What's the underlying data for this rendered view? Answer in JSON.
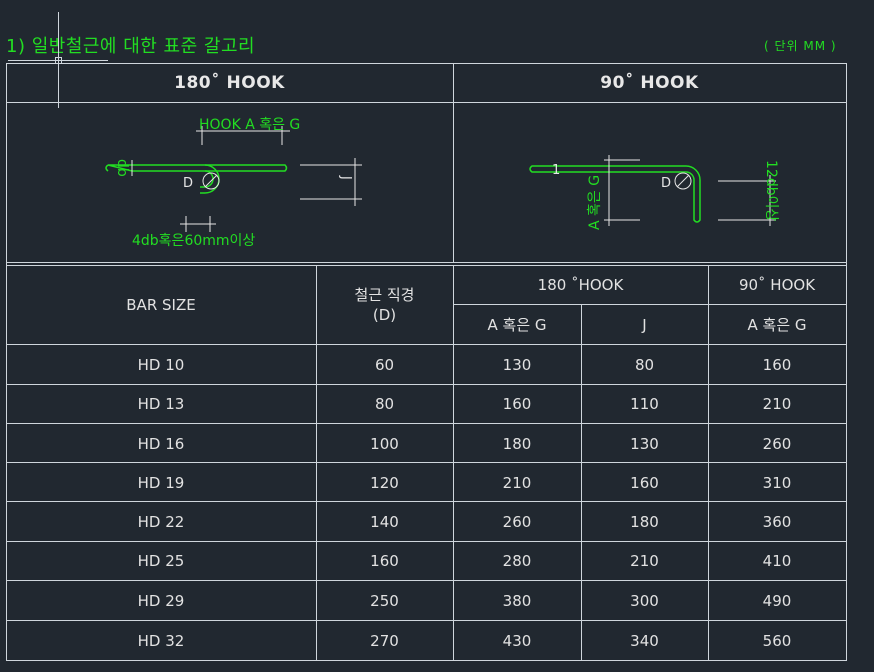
{
  "title": "1) 일반철근에 대한 표준 갈고리",
  "unit": "( 단위  MM )",
  "top_headers": {
    "hook180": "180˚  HOOK",
    "hook90": "90˚  HOOK"
  },
  "diagram180": {
    "top_label": "HOOK A 혹은 G",
    "bottom_label": "4db혹은60mm이상",
    "d_label": "D",
    "j_label": "J",
    "db_label": "db"
  },
  "diagram90": {
    "side_label": "A 혹은 G",
    "d_label": "D",
    "right_label": "12db이상",
    "one_label": "1"
  },
  "table": {
    "bar_size": "BAR    SIZE",
    "diameter_line1": "철근 직경",
    "diameter_line2": "(D)",
    "hook180": "180 ˚HOOK",
    "hook90": "90˚  HOOK",
    "col_a180": "A 혹은 G",
    "col_j": "J",
    "col_a90": "A 혹은 G",
    "rows": [
      [
        "HD 10",
        "60",
        "130",
        "80",
        "160"
      ],
      [
        "HD 13",
        "80",
        "160",
        "110",
        "210"
      ],
      [
        "HD 16",
        "100",
        "180",
        "130",
        "260"
      ],
      [
        "HD 19",
        "120",
        "210",
        "160",
        "310"
      ],
      [
        "HD 22",
        "140",
        "260",
        "180",
        "360"
      ],
      [
        "HD 25",
        "160",
        "280",
        "210",
        "410"
      ],
      [
        "HD 29",
        "250",
        "380",
        "300",
        "490"
      ],
      [
        "HD 32",
        "270",
        "430",
        "340",
        "560"
      ]
    ]
  },
  "colors": {
    "background": "#212830",
    "accent": "#22dd22",
    "line": "#cfd6dc"
  }
}
